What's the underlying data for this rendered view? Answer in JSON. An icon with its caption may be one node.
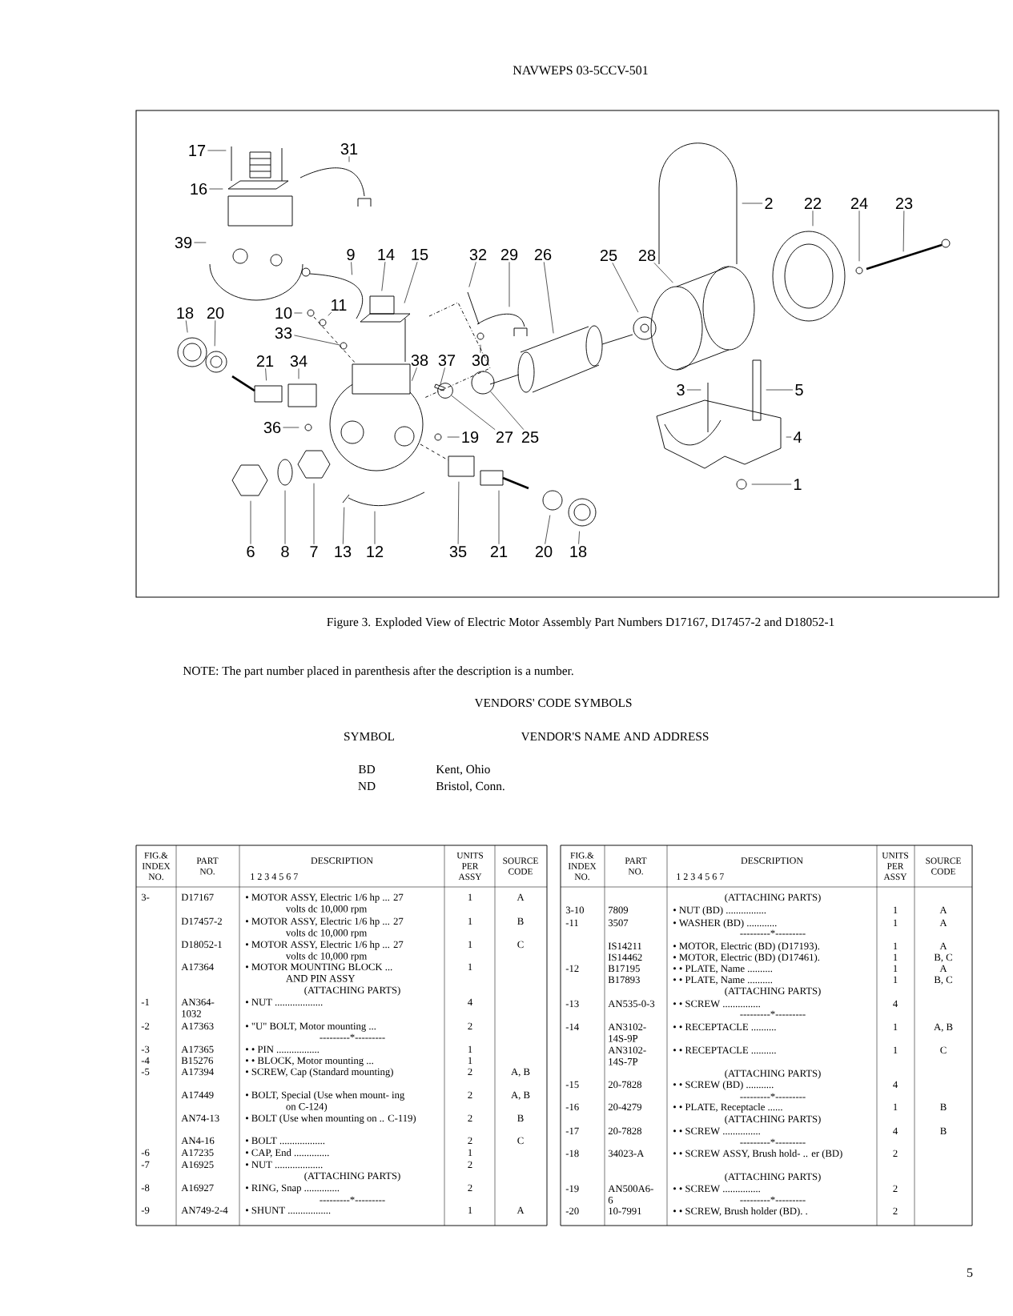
{
  "diagram": {
    "caption": "Figure 3. Exploded View of Electric Motor Assembly Part Numbers D17167, D17457-2 and D18052-1",
    "nodes": [
      {
        "text": [
          "17"
        ]
      },
      {
        "text": [
          "31"
        ]
      },
      {
        "text": [
          "16"
        ]
      },
      {
        "text": [
          "2"
        ]
      },
      {
        "text": [
          "22"
        ]
      },
      {
        "text": [
          "24"
        ]
      },
      {
        "text": [
          "23"
        ]
      },
      {
        "text": [
          "39"
        ]
      },
      {
        "text": [
          "9"
        ]
      },
      {
        "text": [
          "14"
        ]
      },
      {
        "text": [
          "15"
        ]
      },
      {
        "text": [
          "32"
        ]
      },
      {
        "text": [
          "29"
        ]
      },
      {
        "text": [
          "26"
        ]
      },
      {
        "text": [
          "25"
        ]
      },
      {
        "text": [
          "28"
        ]
      },
      {
        "text": [
          "18"
        ]
      },
      {
        "text": [
          "20"
        ]
      },
      {
        "text": [
          "10"
        ]
      },
      {
        "text": [
          "11"
        ]
      },
      {
        "text": [
          "33"
        ]
      },
      {
        "text": [
          "21"
        ]
      },
      {
        "text": [
          "34"
        ]
      },
      {
        "text": [
          "38"
        ]
      },
      {
        "text": [
          "37"
        ]
      },
      {
        "text": [
          "30"
        ]
      },
      {
        "text": [
          "3"
        ]
      },
      {
        "text": [
          "5"
        ]
      },
      {
        "text": [
          "36"
        ]
      },
      {
        "text": [
          "19"
        ]
      },
      {
        "text": [
          "27"
        ]
      },
      {
        "text": [
          "25"
        ]
      },
      {
        "text": [
          "4"
        ]
      },
      {
        "text": [
          "1"
        ]
      },
      {
        "text": [
          "6"
        ]
      },
      {
        "text": [
          "8"
        ]
      },
      {
        "text": [
          "7"
        ]
      },
      {
        "text": [
          "13"
        ]
      },
      {
        "text": [
          "12"
        ]
      },
      {
        "text": [
          "35"
        ]
      },
      {
        "text": [
          "21"
        ]
      },
      {
        "text": [
          "20"
        ]
      },
      {
        "text": [
          "18"
        ]
      },
      {
        "text": [],
        "shape": "circle"
      },
      {
        "text": [],
        "shape": "circle"
      },
      {
        "text": [],
        "shape": "circle"
      },
      {
        "text": [],
        "shape": "bar"
      }
    ],
    "edges": [
      {
        "from": 0,
        "to": null,
        "arrow": "none"
      },
      {
        "from": 1,
        "to": null,
        "arrow": "none"
      },
      {
        "from": 2,
        "to": null,
        "arrow": "none"
      },
      {
        "from": 3,
        "to": null,
        "arrow": "none"
      },
      {
        "from": 4,
        "to": null,
        "arrow": "none"
      },
      {
        "from": 5,
        "to": null,
        "arrow": "none"
      },
      {
        "from": 6,
        "to": null,
        "arrow": "none"
      },
      {
        "from": 7,
        "to": null,
        "arrow": "none"
      },
      {
        "from": 8,
        "to": null,
        "arrow": "none"
      },
      {
        "from": 9,
        "to": null,
        "arrow": "none"
      },
      {
        "from": 10,
        "to": null,
        "arrow": "none"
      },
      {
        "from": 11,
        "to": null,
        "arrow": "none"
      },
      {
        "from": 12,
        "to": null,
        "arrow": "none"
      },
      {
        "from": 13,
        "to": null,
        "arrow": "none"
      },
      {
        "from": 14,
        "to": null,
        "arrow": "none"
      },
      {
        "from": 15,
        "to": null,
        "arrow": "none"
      },
      {
        "from": 16,
        "to": null,
        "arrow": "none"
      },
      {
        "from": 17,
        "to": null,
        "arrow": "none"
      },
      {
        "from": 18,
        "to": null,
        "arrow": "none"
      },
      {
        "from": 19,
        "to": null,
        "arrow": "none"
      },
      {
        "from": 20,
        "to": 45,
        "arrow": "none"
      },
      {
        "from": 21,
        "to": null,
        "arrow": "none"
      },
      {
        "from": 22,
        "to": null,
        "arrow": "none"
      },
      {
        "from": 23,
        "to": null,
        "arrow": "none"
      },
      {
        "from": 24,
        "to": 46,
        "arrow": "none"
      },
      {
        "from": 25,
        "to": null,
        "arrow": "none"
      },
      {
        "from": 26,
        "to": null,
        "arrow": "none"
      },
      {
        "from": 27,
        "to": null,
        "arrow": "none"
      },
      {
        "from": 28,
        "to": null,
        "arrow": "none"
      },
      {
        "from": 29,
        "to": null,
        "arrow": "none"
      },
      {
        "from": 30,
        "to": 43,
        "arrow": "none"
      },
      {
        "from": 31,
        "to": 44,
        "arrow": "none"
      },
      {
        "from": 32,
        "to": null,
        "arrow": "none"
      },
      {
        "from": 33,
        "to": null,
        "arrow": "none"
      },
      {
        "from": 34,
        "to": null,
        "arrow": "none"
      },
      {
        "from": 35,
        "to": null,
        "arrow": "none"
      },
      {
        "from": 36,
        "to": null,
        "arrow": "none"
      },
      {
        "from": 37,
        "to": null,
        "arrow": "none"
      },
      {
        "from": 38,
        "to": null,
        "arrow": "none"
      },
      {
        "from": 39,
        "to": null,
        "arrow": "none"
      },
      {
        "from": 40,
        "to": null,
        "arrow": "none"
      },
      {
        "from": 41,
        "to": null,
        "arrow": "none"
      },
      {
        "from": 42,
        "to": null,
        "arrow": "none"
      }
    ],
    "labels": [
      "NAVWEPS 03-5CCV-501",
      "NOTE: The part number placed in parenthesis after the description is a number.",
      "VENDORS' CODE SYMBOLS",
      "SYMBOL",
      "VENDOR'S NAME AND ADDRESS",
      "BD",
      "Kent, Ohio",
      "ND",
      "Bristol, Conn.",
      "FIG.& INDEX NO.",
      "PART NO.",
      "DESCRIPTION",
      "1 2 3 4 5 6 7",
      "UNITS PER ASSY",
      "SOURCE CODE",
      "3-",
      "D17167",
      "• MOTOR ASSY, Electric 1/6 hp ... 27 volts dc 10,000 rpm",
      "1",
      "A",
      "D17457-2",
      "• MOTOR ASSY, Electric 1/6 hp ... 27 volts dc 10,000 rpm",
      "1",
      "B",
      "D18052-1",
      "• MOTOR ASSY, Electric 1/6 hp ... 27 volts dc 10,000 rpm",
      "1",
      "C",
      "A17364",
      "• MOTOR MOUNTING BLOCK ... AND PIN ASSY",
      "1",
      "(ATTACHING PARTS)",
      "-1",
      "AN364- 1032",
      "• NUT ...................",
      "4",
      "-2",
      "A17363",
      "• \"U\" BOLT, Motor mounting ...",
      "2",
      "---------*---------",
      "-3",
      "A17365",
      "• • PIN .................",
      "1",
      "-4",
      "B15276",
      "• • BLOCK, Motor mounting ...",
      "1",
      "-5",
      "A17394",
      "• SCREW, Cap (Standard mounting)",
      "2",
      "A, B",
      "A17449",
      "• BOLT, Special (Use when mount- ing on C-124)",
      "2",
      "A, B",
      "AN74-13",
      "• BOLT (Use when mounting on .. C-119)",
      "2",
      "B",
      "AN4-16",
      "• BOLT ..................",
      "2",
      "C",
      "-6",
      "A17235",
      "• CAP, End ..............",
      "1",
      "-7",
      "A16925",
      "• NUT ...................",
      "2",
      "(ATTACHING PARTS)",
      "-8",
      "A16927",
      "• RING, Snap ..............",
      "2",
      "---------*---------",
      "-9",
      "AN749-2-4",
      "• SHUNT .................",
      "1",
      "A",
      "FIG.& INDEX NO.",
      "PART NO.",
      "DESCRIPTION",
      "1 2 3 4 5 6 7",
      "UNITS PER ASSY",
      "SOURCE CODE",
      "(ATTACHING PARTS)",
      "3-10",
      "7809",
      "• NUT (BD) ................",
      "1",
      "A",
      "-11",
      "3507",
      "• WASHER (BD) ............",
      "1",
      "A",
      "---------*---------",
      "IS14211",
      "• MOTOR, Electric (BD) (D17193).",
      "1",
      "A",
      "IS14462",
      "• MOTOR, Electric (BD) (D17461).",
      "1",
      "B, C",
      "-12",
      "B17195",
      "• • PLATE, Name ..........",
      "1",
      "A",
      "B17893",
      "• • PLATE, Name ..........",
      "1",
      "B, C",
      "(ATTACHING PARTS)",
      "-13",
      "AN535-0-3",
      "• • SCREW ...............",
      "4",
      "---------*---------",
      "-14",
      "AN3102- 14S-9P",
      "• • RECEPTACLE ..........",
      "1",
      "A, B",
      "AN3102- 14S-7P",
      "• • RECEPTACLE ..........",
      "1",
      "C",
      "(ATTACHING PARTS)",
      "-15",
      "20-7828",
      "• • SCREW (BD) ...........",
      "4",
      "---------*---------",
      "-16",
      "20-4279",
      "• • PLATE, Receptacle ......",
      "1",
      "B",
      "(ATTACHING PARTS)",
      "-17",
      "20-7828",
      "• • SCREW ...............",
      "4",
      "B",
      "---------*---------",
      "-18",
      "34023-A",
      "• • SCREW ASSY, Brush hold- .. er (BD)",
      "2",
      "(ATTACHING PARTS)",
      "-19",
      "AN500A6-6",
      "• • SCREW ...............",
      "2",
      "---------*---------",
      "-20",
      "10-7991",
      "• • SCREW, Brush holder (BD). .",
      "2",
      "5"
    ]
  }
}
